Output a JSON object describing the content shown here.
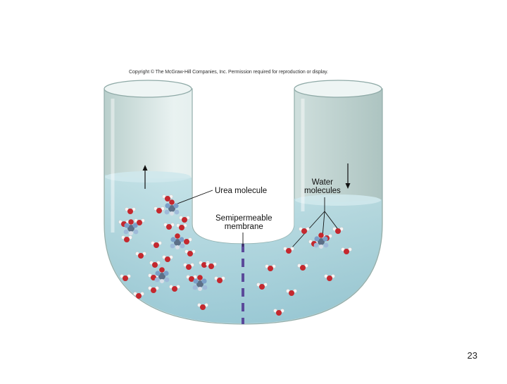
{
  "copyright": "Copyright © The McGraw-Hill Companies, Inc. Permission required for reproduction or display.",
  "labels": {
    "urea": "Urea molecule",
    "water_line1": "Water",
    "water_line2": "molecules",
    "membrane_line1": "Semipermeable",
    "membrane_line2": "membrane"
  },
  "slide_number": "23",
  "colors": {
    "tube_glass": "#d6e6e4",
    "liquid": "#a9d3dd",
    "membrane": "#5b4a9a",
    "water_oxygen": "#c4282e",
    "urea_blue": "#7a9fc8"
  }
}
